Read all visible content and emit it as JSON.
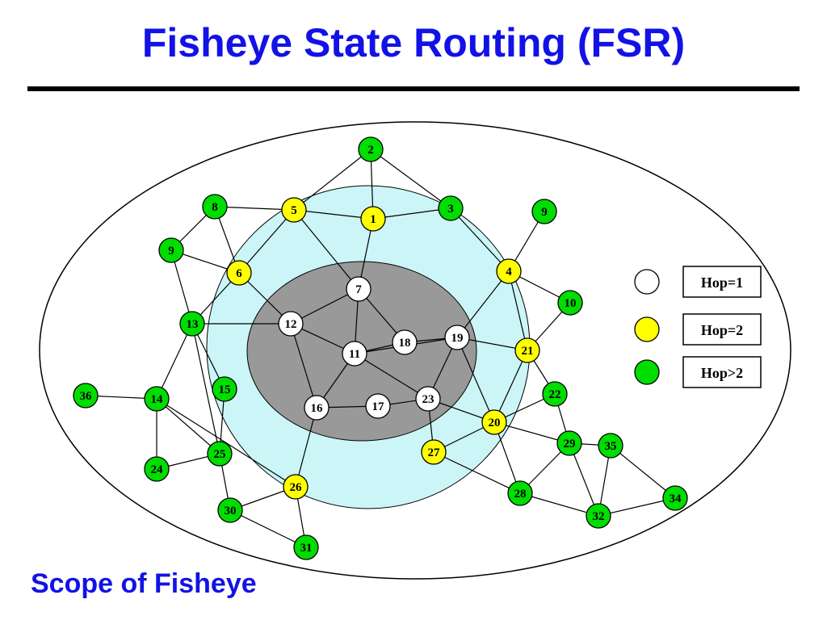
{
  "title": "Fisheye State Routing (FSR)",
  "caption": "Scope of Fisheye",
  "colors": {
    "title": "#1212e6",
    "hop1": "#ffffff",
    "hop2": "#ffff00",
    "hop_far": "#00dd00",
    "inner_zone": "#999999",
    "middle_zone": "#ccf5f8",
    "outer_zone": "#ffffff"
  },
  "legend": [
    {
      "label": "Hop=1",
      "group": "hop1"
    },
    {
      "label": "Hop=2",
      "group": "hop2"
    },
    {
      "label": "Hop>2",
      "group": "hop_far"
    }
  ],
  "nodes": [
    {
      "id": "n2",
      "label": "2",
      "group": "hop_far"
    },
    {
      "id": "n8",
      "label": "8",
      "group": "hop_far"
    },
    {
      "id": "n5",
      "label": "5",
      "group": "hop2"
    },
    {
      "id": "n1",
      "label": "1",
      "group": "hop2"
    },
    {
      "id": "n3",
      "label": "3",
      "group": "hop_far"
    },
    {
      "id": "n9a",
      "label": "9",
      "group": "hop_far"
    },
    {
      "id": "n9b",
      "label": "9",
      "group": "hop_far"
    },
    {
      "id": "n6",
      "label": "6",
      "group": "hop2"
    },
    {
      "id": "n4",
      "label": "4",
      "group": "hop2"
    },
    {
      "id": "n7",
      "label": "7",
      "group": "hop1"
    },
    {
      "id": "n10",
      "label": "10",
      "group": "hop_far"
    },
    {
      "id": "n13",
      "label": "13",
      "group": "hop_far"
    },
    {
      "id": "n12",
      "label": "12",
      "group": "hop1"
    },
    {
      "id": "n18",
      "label": "18",
      "group": "hop1"
    },
    {
      "id": "n19",
      "label": "19",
      "group": "hop1"
    },
    {
      "id": "n11",
      "label": "11",
      "group": "hop1"
    },
    {
      "id": "n21",
      "label": "21",
      "group": "hop2"
    },
    {
      "id": "n15",
      "label": "15",
      "group": "hop_far"
    },
    {
      "id": "n36",
      "label": "36",
      "group": "hop_far"
    },
    {
      "id": "n14",
      "label": "14",
      "group": "hop_far"
    },
    {
      "id": "n22",
      "label": "22",
      "group": "hop_far"
    },
    {
      "id": "n23",
      "label": "23",
      "group": "hop1"
    },
    {
      "id": "n16",
      "label": "16",
      "group": "hop1"
    },
    {
      "id": "n17",
      "label": "17",
      "group": "hop1"
    },
    {
      "id": "n20",
      "label": "20",
      "group": "hop2"
    },
    {
      "id": "n29",
      "label": "29",
      "group": "hop_far"
    },
    {
      "id": "n35",
      "label": "35",
      "group": "hop_far"
    },
    {
      "id": "n25",
      "label": "25",
      "group": "hop_far"
    },
    {
      "id": "n27",
      "label": "27",
      "group": "hop2"
    },
    {
      "id": "n24",
      "label": "24",
      "group": "hop_far"
    },
    {
      "id": "n26",
      "label": "26",
      "group": "hop2"
    },
    {
      "id": "n28",
      "label": "28",
      "group": "hop_far"
    },
    {
      "id": "n34",
      "label": "34",
      "group": "hop_far"
    },
    {
      "id": "n30",
      "label": "30",
      "group": "hop_far"
    },
    {
      "id": "n32",
      "label": "32",
      "group": "hop_far"
    },
    {
      "id": "n31",
      "label": "31",
      "group": "hop_far"
    }
  ],
  "edges": [
    [
      "n2",
      "n5"
    ],
    [
      "n2",
      "n1"
    ],
    [
      "n2",
      "n3"
    ],
    [
      "n8",
      "n5"
    ],
    [
      "n8",
      "n9a"
    ],
    [
      "n8",
      "n6"
    ],
    [
      "n5",
      "n1"
    ],
    [
      "n1",
      "n3"
    ],
    [
      "n5",
      "n6"
    ],
    [
      "n5",
      "n7"
    ],
    [
      "n1",
      "n7"
    ],
    [
      "n3",
      "n4"
    ],
    [
      "n9b",
      "n4"
    ],
    [
      "n4",
      "n10"
    ],
    [
      "n4",
      "n21"
    ],
    [
      "n4",
      "n19"
    ],
    [
      "n9a",
      "n6"
    ],
    [
      "n9a",
      "n13"
    ],
    [
      "n6",
      "n13"
    ],
    [
      "n6",
      "n12"
    ],
    [
      "n13",
      "n12"
    ],
    [
      "n13",
      "n15"
    ],
    [
      "n13",
      "n14"
    ],
    [
      "n13",
      "n25"
    ],
    [
      "n7",
      "n12"
    ],
    [
      "n7",
      "n11"
    ],
    [
      "n7",
      "n18"
    ],
    [
      "n12",
      "n11"
    ],
    [
      "n12",
      "n16"
    ],
    [
      "n11",
      "n18"
    ],
    [
      "n11",
      "n19"
    ],
    [
      "n11",
      "n16"
    ],
    [
      "n11",
      "n23"
    ],
    [
      "n18",
      "n19"
    ],
    [
      "n19",
      "n21"
    ],
    [
      "n19",
      "n23"
    ],
    [
      "n19",
      "n20"
    ],
    [
      "n10",
      "n21"
    ],
    [
      "n21",
      "n22"
    ],
    [
      "n21",
      "n20"
    ],
    [
      "n16",
      "n17"
    ],
    [
      "n17",
      "n23"
    ],
    [
      "n16",
      "n26"
    ],
    [
      "n23",
      "n20"
    ],
    [
      "n23",
      "n27"
    ],
    [
      "n36",
      "n14"
    ],
    [
      "n14",
      "n24"
    ],
    [
      "n14",
      "n25"
    ],
    [
      "n14",
      "n26"
    ],
    [
      "n15",
      "n25"
    ],
    [
      "n25",
      "n24"
    ],
    [
      "n25",
      "n30"
    ],
    [
      "n26",
      "n30"
    ],
    [
      "n26",
      "n31"
    ],
    [
      "n30",
      "n31"
    ],
    [
      "n20",
      "n27"
    ],
    [
      "n20",
      "n22"
    ],
    [
      "n20",
      "n29"
    ],
    [
      "n20",
      "n28"
    ],
    [
      "n22",
      "n29"
    ],
    [
      "n27",
      "n28"
    ],
    [
      "n29",
      "n35"
    ],
    [
      "n29",
      "n28"
    ],
    [
      "n29",
      "n32"
    ],
    [
      "n28",
      "n32"
    ],
    [
      "n35",
      "n32"
    ],
    [
      "n35",
      "n34"
    ],
    [
      "n32",
      "n34"
    ]
  ]
}
